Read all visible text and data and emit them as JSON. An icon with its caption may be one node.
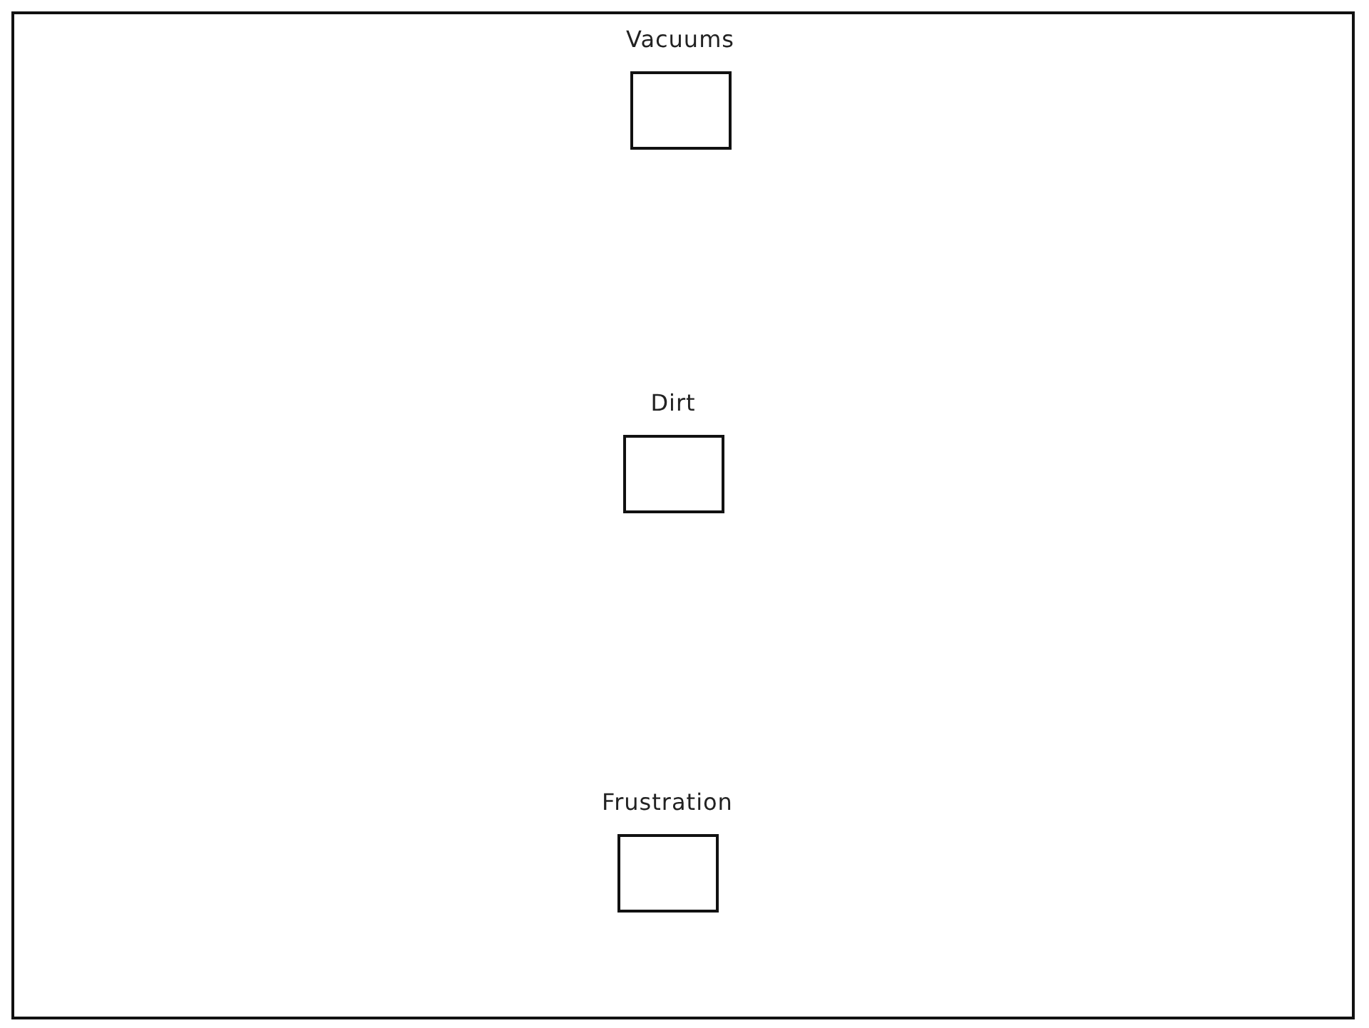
{
  "diagram": {
    "nodes": [
      {
        "text": [
          "Vacuums"
        ]
      },
      {
        "text": [
          "Dirt"
        ]
      },
      {
        "text": [
          "Frustration"
        ]
      }
    ],
    "edges": []
  }
}
